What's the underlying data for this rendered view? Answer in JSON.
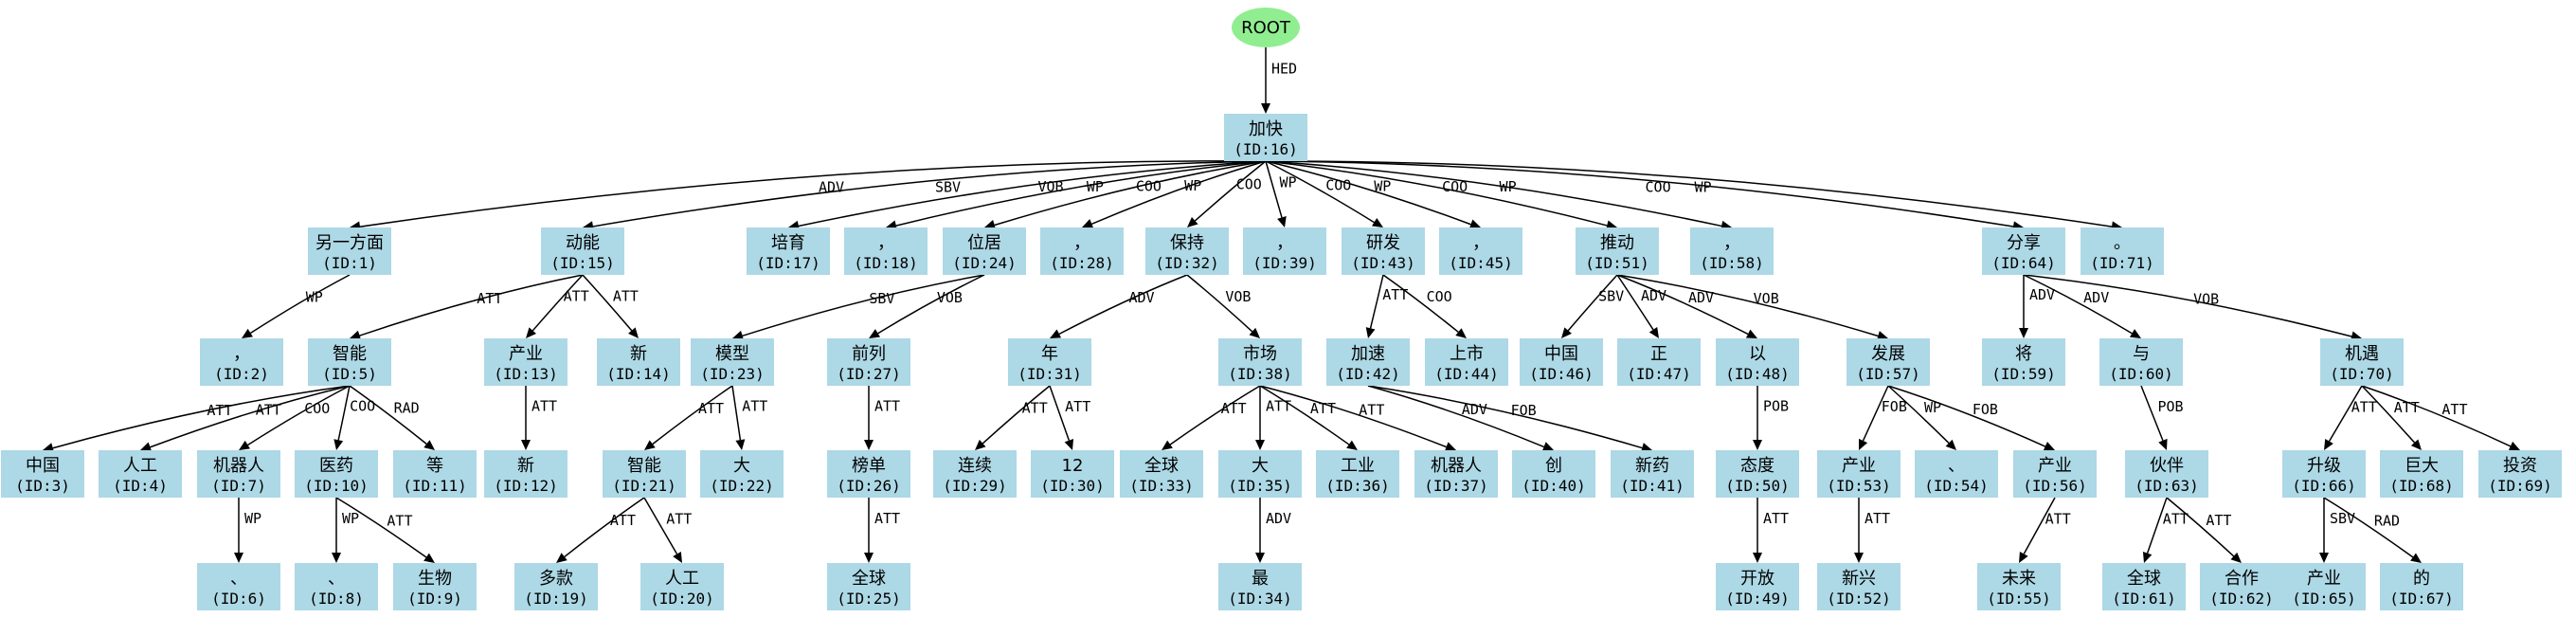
{
  "diagram": {
    "root_label": "ROOT",
    "root_relation": "HED",
    "nodes": [
      {
        "id": 1,
        "word": "另一方面",
        "id_text": "(ID:1)"
      },
      {
        "id": 2,
        "word": "，",
        "id_text": "(ID:2)"
      },
      {
        "id": 3,
        "word": "中国",
        "id_text": "(ID:3)"
      },
      {
        "id": 4,
        "word": "人工",
        "id_text": "(ID:4)"
      },
      {
        "id": 5,
        "word": "智能",
        "id_text": "(ID:5)"
      },
      {
        "id": 6,
        "word": "、",
        "id_text": "(ID:6)"
      },
      {
        "id": 7,
        "word": "机器人",
        "id_text": "(ID:7)"
      },
      {
        "id": 8,
        "word": "、",
        "id_text": "(ID:8)"
      },
      {
        "id": 9,
        "word": "生物",
        "id_text": "(ID:9)"
      },
      {
        "id": 10,
        "word": "医药",
        "id_text": "(ID:10)"
      },
      {
        "id": 11,
        "word": "等",
        "id_text": "(ID:11)"
      },
      {
        "id": 12,
        "word": "新",
        "id_text": "(ID:12)"
      },
      {
        "id": 13,
        "word": "产业",
        "id_text": "(ID:13)"
      },
      {
        "id": 14,
        "word": "新",
        "id_text": "(ID:14)"
      },
      {
        "id": 15,
        "word": "动能",
        "id_text": "(ID:15)"
      },
      {
        "id": 16,
        "word": "加快",
        "id_text": "(ID:16)"
      },
      {
        "id": 17,
        "word": "培育",
        "id_text": "(ID:17)"
      },
      {
        "id": 18,
        "word": "，",
        "id_text": "(ID:18)"
      },
      {
        "id": 19,
        "word": "多款",
        "id_text": "(ID:19)"
      },
      {
        "id": 20,
        "word": "人工",
        "id_text": "(ID:20)"
      },
      {
        "id": 21,
        "word": "智能",
        "id_text": "(ID:21)"
      },
      {
        "id": 22,
        "word": "大",
        "id_text": "(ID:22)"
      },
      {
        "id": 23,
        "word": "模型",
        "id_text": "(ID:23)"
      },
      {
        "id": 24,
        "word": "位居",
        "id_text": "(ID:24)"
      },
      {
        "id": 25,
        "word": "全球",
        "id_text": "(ID:25)"
      },
      {
        "id": 26,
        "word": "榜单",
        "id_text": "(ID:26)"
      },
      {
        "id": 27,
        "word": "前列",
        "id_text": "(ID:27)"
      },
      {
        "id": 28,
        "word": "，",
        "id_text": "(ID:28)"
      },
      {
        "id": 29,
        "word": "连续",
        "id_text": "(ID:29)"
      },
      {
        "id": 30,
        "word": "12",
        "id_text": "(ID:30)"
      },
      {
        "id": 31,
        "word": "年",
        "id_text": "(ID:31)"
      },
      {
        "id": 32,
        "word": "保持",
        "id_text": "(ID:32)"
      },
      {
        "id": 33,
        "word": "全球",
        "id_text": "(ID:33)"
      },
      {
        "id": 34,
        "word": "最",
        "id_text": "(ID:34)"
      },
      {
        "id": 35,
        "word": "大",
        "id_text": "(ID:35)"
      },
      {
        "id": 36,
        "word": "工业",
        "id_text": "(ID:36)"
      },
      {
        "id": 37,
        "word": "机器人",
        "id_text": "(ID:37)"
      },
      {
        "id": 38,
        "word": "市场",
        "id_text": "(ID:38)"
      },
      {
        "id": 39,
        "word": "，",
        "id_text": "(ID:39)"
      },
      {
        "id": 40,
        "word": "创",
        "id_text": "(ID:40)"
      },
      {
        "id": 41,
        "word": "新药",
        "id_text": "(ID:41)"
      },
      {
        "id": 42,
        "word": "加速",
        "id_text": "(ID:42)"
      },
      {
        "id": 43,
        "word": "研发",
        "id_text": "(ID:43)"
      },
      {
        "id": 44,
        "word": "上市",
        "id_text": "(ID:44)"
      },
      {
        "id": 45,
        "word": "，",
        "id_text": "(ID:45)"
      },
      {
        "id": 46,
        "word": "中国",
        "id_text": "(ID:46)"
      },
      {
        "id": 47,
        "word": "正",
        "id_text": "(ID:47)"
      },
      {
        "id": 48,
        "word": "以",
        "id_text": "(ID:48)"
      },
      {
        "id": 49,
        "word": "开放",
        "id_text": "(ID:49)"
      },
      {
        "id": 50,
        "word": "态度",
        "id_text": "(ID:50)"
      },
      {
        "id": 51,
        "word": "推动",
        "id_text": "(ID:51)"
      },
      {
        "id": 52,
        "word": "新兴",
        "id_text": "(ID:52)"
      },
      {
        "id": 53,
        "word": "产业",
        "id_text": "(ID:53)"
      },
      {
        "id": 54,
        "word": "、",
        "id_text": "(ID:54)"
      },
      {
        "id": 55,
        "word": "未来",
        "id_text": "(ID:55)"
      },
      {
        "id": 56,
        "word": "产业",
        "id_text": "(ID:56)"
      },
      {
        "id": 57,
        "word": "发展",
        "id_text": "(ID:57)"
      },
      {
        "id": 58,
        "word": "，",
        "id_text": "(ID:58)"
      },
      {
        "id": 59,
        "word": "将",
        "id_text": "(ID:59)"
      },
      {
        "id": 60,
        "word": "与",
        "id_text": "(ID:60)"
      },
      {
        "id": 61,
        "word": "全球",
        "id_text": "(ID:61)"
      },
      {
        "id": 62,
        "word": "合作",
        "id_text": "(ID:62)"
      },
      {
        "id": 63,
        "word": "伙伴",
        "id_text": "(ID:63)"
      },
      {
        "id": 64,
        "word": "分享",
        "id_text": "(ID:64)"
      },
      {
        "id": 65,
        "word": "产业",
        "id_text": "(ID:65)"
      },
      {
        "id": 66,
        "word": "升级",
        "id_text": "(ID:66)"
      },
      {
        "id": 67,
        "word": "的",
        "id_text": "(ID:67)"
      },
      {
        "id": 68,
        "word": "巨大",
        "id_text": "(ID:68)"
      },
      {
        "id": 69,
        "word": "投资",
        "id_text": "(ID:69)"
      },
      {
        "id": 70,
        "word": "机遇",
        "id_text": "(ID:70)"
      },
      {
        "id": 71,
        "word": "。",
        "id_text": "(ID:71)"
      }
    ],
    "edges": [
      {
        "from": 16,
        "to": 1,
        "label": "ADV"
      },
      {
        "from": 16,
        "to": 15,
        "label": "SBV"
      },
      {
        "from": 16,
        "to": 17,
        "label": "VOB"
      },
      {
        "from": 16,
        "to": 18,
        "label": "WP"
      },
      {
        "from": 16,
        "to": 24,
        "label": "COO"
      },
      {
        "from": 16,
        "to": 28,
        "label": "WP"
      },
      {
        "from": 16,
        "to": 32,
        "label": "COO"
      },
      {
        "from": 16,
        "to": 39,
        "label": "WP"
      },
      {
        "from": 16,
        "to": 43,
        "label": "COO"
      },
      {
        "from": 16,
        "to": 45,
        "label": "WP"
      },
      {
        "from": 16,
        "to": 51,
        "label": "COO"
      },
      {
        "from": 16,
        "to": 58,
        "label": "WP"
      },
      {
        "from": 16,
        "to": 64,
        "label": "COO"
      },
      {
        "from": 16,
        "to": 71,
        "label": "WP"
      },
      {
        "from": 1,
        "to": 2,
        "label": "WP"
      },
      {
        "from": 15,
        "to": 5,
        "label": "ATT"
      },
      {
        "from": 15,
        "to": 13,
        "label": "ATT"
      },
      {
        "from": 15,
        "to": 14,
        "label": "ATT"
      },
      {
        "from": 5,
        "to": 3,
        "label": "ATT"
      },
      {
        "from": 5,
        "to": 4,
        "label": "ATT"
      },
      {
        "from": 5,
        "to": 7,
        "label": "COO"
      },
      {
        "from": 5,
        "to": 10,
        "label": "COO"
      },
      {
        "from": 5,
        "to": 11,
        "label": "RAD"
      },
      {
        "from": 7,
        "to": 6,
        "label": "WP"
      },
      {
        "from": 10,
        "to": 8,
        "label": "WP"
      },
      {
        "from": 10,
        "to": 9,
        "label": "ATT"
      },
      {
        "from": 13,
        "to": 12,
        "label": "ATT"
      },
      {
        "from": 24,
        "to": 23,
        "label": "SBV"
      },
      {
        "from": 24,
        "to": 27,
        "label": "VOB"
      },
      {
        "from": 23,
        "to": 21,
        "label": "ATT"
      },
      {
        "from": 23,
        "to": 22,
        "label": "ATT"
      },
      {
        "from": 21,
        "to": 19,
        "label": "ATT"
      },
      {
        "from": 21,
        "to": 20,
        "label": "ATT"
      },
      {
        "from": 27,
        "to": 26,
        "label": "ATT"
      },
      {
        "from": 26,
        "to": 25,
        "label": "ATT"
      },
      {
        "from": 32,
        "to": 31,
        "label": "ADV"
      },
      {
        "from": 32,
        "to": 38,
        "label": "VOB"
      },
      {
        "from": 31,
        "to": 29,
        "label": "ATT"
      },
      {
        "from": 31,
        "to": 30,
        "label": "ATT"
      },
      {
        "from": 38,
        "to": 33,
        "label": "ATT"
      },
      {
        "from": 38,
        "to": 35,
        "label": "ATT"
      },
      {
        "from": 38,
        "to": 36,
        "label": "ATT"
      },
      {
        "from": 38,
        "to": 37,
        "label": "ATT"
      },
      {
        "from": 35,
        "to": 34,
        "label": "ADV"
      },
      {
        "from": 43,
        "to": 42,
        "label": "ATT"
      },
      {
        "from": 43,
        "to": 44,
        "label": "COO"
      },
      {
        "from": 42,
        "to": 40,
        "label": "ADV"
      },
      {
        "from": 42,
        "to": 41,
        "label": "FOB"
      },
      {
        "from": 51,
        "to": 46,
        "label": "SBV"
      },
      {
        "from": 51,
        "to": 47,
        "label": "ADV"
      },
      {
        "from": 51,
        "to": 48,
        "label": "ADV"
      },
      {
        "from": 51,
        "to": 57,
        "label": "VOB"
      },
      {
        "from": 48,
        "to": 50,
        "label": "POB"
      },
      {
        "from": 50,
        "to": 49,
        "label": "ATT"
      },
      {
        "from": 57,
        "to": 53,
        "label": "FOB"
      },
      {
        "from": 57,
        "to": 54,
        "label": "WP"
      },
      {
        "from": 57,
        "to": 56,
        "label": "FOB"
      },
      {
        "from": 53,
        "to": 52,
        "label": "ATT"
      },
      {
        "from": 56,
        "to": 55,
        "label": "ATT"
      },
      {
        "from": 64,
        "to": 59,
        "label": "ADV"
      },
      {
        "from": 64,
        "to": 60,
        "label": "ADV"
      },
      {
        "from": 64,
        "to": 70,
        "label": "VOB"
      },
      {
        "from": 60,
        "to": 63,
        "label": "POB"
      },
      {
        "from": 63,
        "to": 61,
        "label": "ATT"
      },
      {
        "from": 63,
        "to": 62,
        "label": "ATT"
      },
      {
        "from": 70,
        "to": 66,
        "label": "ATT"
      },
      {
        "from": 70,
        "to": 68,
        "label": "ATT"
      },
      {
        "from": 70,
        "to": 69,
        "label": "ATT"
      },
      {
        "from": 66,
        "to": 65,
        "label": "SBV"
      },
      {
        "from": 66,
        "to": 67,
        "label": "RAD"
      }
    ]
  }
}
